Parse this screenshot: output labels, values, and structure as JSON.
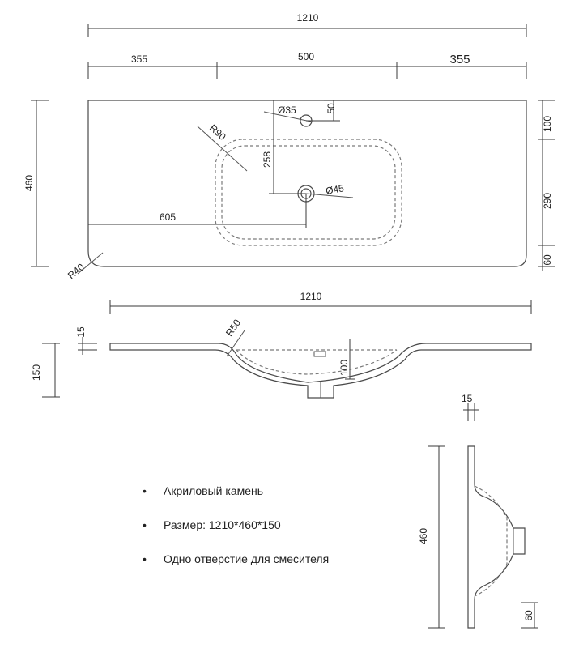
{
  "dimensions": {
    "top_width_total": "1210",
    "top_left_segment": "355",
    "top_middle_segment": "500",
    "top_right_segment": "355",
    "left_height": "460",
    "faucet_hole_diameter": "Ø35",
    "faucet_offset": "50",
    "corner_radius_inner": "R90",
    "drain_depth_from_top": "258",
    "drain_diameter": "Ø45",
    "drain_offset_left": "605",
    "corner_radius_outer": "R40",
    "right_top_offset": "100",
    "right_bowl_length": "290",
    "right_bottom_offset": "60",
    "section_width": "1210",
    "section_thickness": "15",
    "section_height": "150",
    "section_radius": "R50",
    "section_depth": "100",
    "side_thickness": "15",
    "side_height": "460",
    "side_bottom_offset": "60"
  },
  "specs": [
    {
      "bullet": "•",
      "text": "Акриловый камень"
    },
    {
      "bullet": "•",
      "text": "Размер:  1210*460*150"
    },
    {
      "bullet": "•",
      "text": "Одно отверстие для смесителя"
    }
  ]
}
